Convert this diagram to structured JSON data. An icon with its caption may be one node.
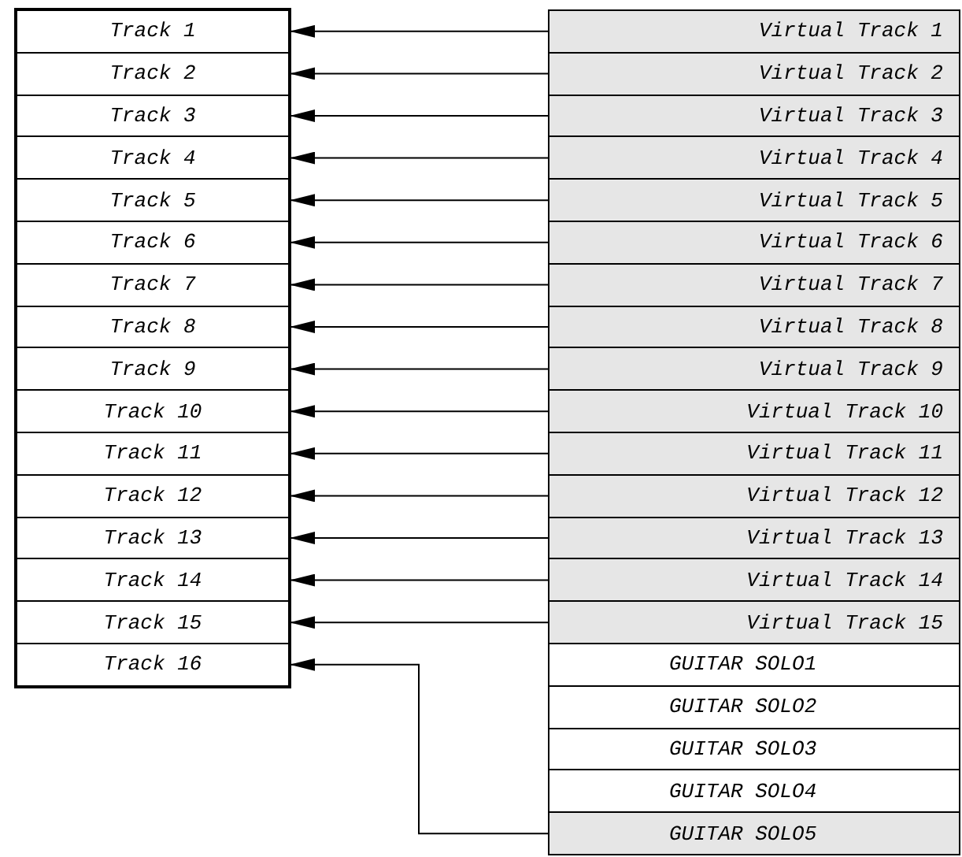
{
  "diagram": {
    "nodes": [
      {
        "text": [
          "Track 1"
        ]
      },
      {
        "text": [
          "Track 2"
        ]
      },
      {
        "text": [
          "Track 3"
        ]
      },
      {
        "text": [
          "Track 4"
        ]
      },
      {
        "text": [
          "Track 5"
        ]
      },
      {
        "text": [
          "Track 6"
        ]
      },
      {
        "text": [
          "Track 7"
        ]
      },
      {
        "text": [
          "Track 8"
        ]
      },
      {
        "text": [
          "Track 9"
        ]
      },
      {
        "text": [
          "Track 10"
        ]
      },
      {
        "text": [
          "Track 11"
        ]
      },
      {
        "text": [
          "Track 12"
        ]
      },
      {
        "text": [
          "Track 13"
        ]
      },
      {
        "text": [
          "Track 14"
        ]
      },
      {
        "text": [
          "Track 15"
        ]
      },
      {
        "text": [
          "Track 16"
        ]
      },
      {
        "text": [
          "Virtual Track 1"
        ]
      },
      {
        "text": [
          "Virtual Track 2"
        ]
      },
      {
        "text": [
          "Virtual Track 3"
        ]
      },
      {
        "text": [
          "Virtual Track 4"
        ]
      },
      {
        "text": [
          "Virtual Track 5"
        ]
      },
      {
        "text": [
          "Virtual Track 6"
        ]
      },
      {
        "text": [
          "Virtual Track 7"
        ]
      },
      {
        "text": [
          "Virtual Track 8"
        ]
      },
      {
        "text": [
          "Virtual Track 9"
        ]
      },
      {
        "text": [
          "Virtual Track 10"
        ]
      },
      {
        "text": [
          "Virtual Track 11"
        ]
      },
      {
        "text": [
          "Virtual Track 12"
        ]
      },
      {
        "text": [
          "Virtual Track 13"
        ]
      },
      {
        "text": [
          "Virtual Track 14"
        ]
      },
      {
        "text": [
          "Virtual Track 15"
        ]
      },
      {
        "text": [
          "GUITAR SOLO1"
        ]
      },
      {
        "text": [
          "GUITAR SOLO2"
        ]
      },
      {
        "text": [
          "GUITAR SOLO3"
        ]
      },
      {
        "text": [
          "GUITAR SOLO4"
        ]
      },
      {
        "text": [
          "GUITAR SOLO5"
        ]
      }
    ],
    "edges": [
      {
        "from": 16,
        "to": 0,
        "arrow": "to"
      },
      {
        "from": 17,
        "to": 1,
        "arrow": "to"
      },
      {
        "from": 18,
        "to": 2,
        "arrow": "to"
      },
      {
        "from": 19,
        "to": 3,
        "arrow": "to"
      },
      {
        "from": 20,
        "to": 4,
        "arrow": "to"
      },
      {
        "from": 21,
        "to": 5,
        "arrow": "to"
      },
      {
        "from": 22,
        "to": 6,
        "arrow": "to"
      },
      {
        "from": 23,
        "to": 7,
        "arrow": "to"
      },
      {
        "from": 24,
        "to": 8,
        "arrow": "to"
      },
      {
        "from": 25,
        "to": 9,
        "arrow": "to"
      },
      {
        "from": 26,
        "to": 10,
        "arrow": "to"
      },
      {
        "from": 27,
        "to": 11,
        "arrow": "to"
      },
      {
        "from": 28,
        "to": 12,
        "arrow": "to"
      },
      {
        "from": 29,
        "to": 13,
        "arrow": "to"
      },
      {
        "from": 30,
        "to": 14,
        "arrow": "to"
      },
      {
        "from": 35,
        "to": 15,
        "arrow": "to"
      }
    ]
  }
}
